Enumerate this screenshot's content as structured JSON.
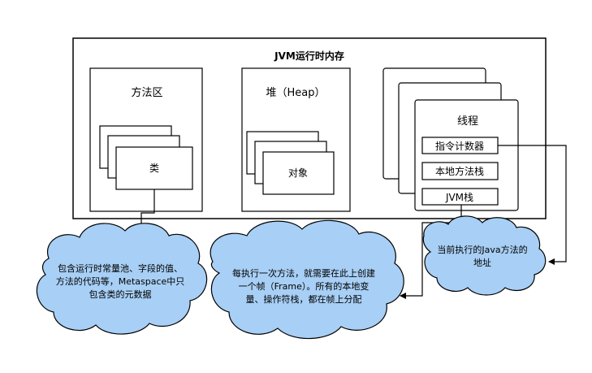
{
  "title": "JVM运行时内存",
  "method_area": {
    "label": "方法区",
    "class_label": "类"
  },
  "heap": {
    "label": "堆（Heap）",
    "object_label": "对象"
  },
  "thread": {
    "label": "线程",
    "program_counter": "指令计数器",
    "native_stack": "本地方法栈",
    "jvm_stack": "JVM栈"
  },
  "notes": {
    "method_area": [
      "包含运行时常量池、字段的值、",
      "方法的代码等，Metaspace中只",
      "包含类的元数据"
    ],
    "jvm_stack": [
      "每执行一次方法，就需要在此上创建",
      "一个帧（Frame）。所有的本地变",
      "量、操作符栈，都在帧上分配"
    ],
    "program_counter": [
      "当前执行的Java方法的",
      "地址"
    ]
  },
  "colors": {
    "cloud_fill": "#a8cff5",
    "stroke": "#000000",
    "background": "#ffffff"
  }
}
